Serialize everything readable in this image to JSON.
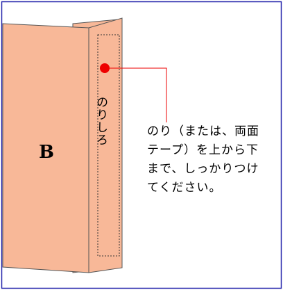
{
  "diagram": {
    "panel_label": "B",
    "glue_tab_label": "のりしろ",
    "instruction_text": "のり（または、両面テープ）を上から下まで、しっかりつけてください。",
    "colors": {
      "frame": "#2222aa",
      "panel_fill": "#f8b898",
      "panel_stroke": "#555555",
      "dot": "#ee0000",
      "leader": "#ee0000"
    }
  }
}
